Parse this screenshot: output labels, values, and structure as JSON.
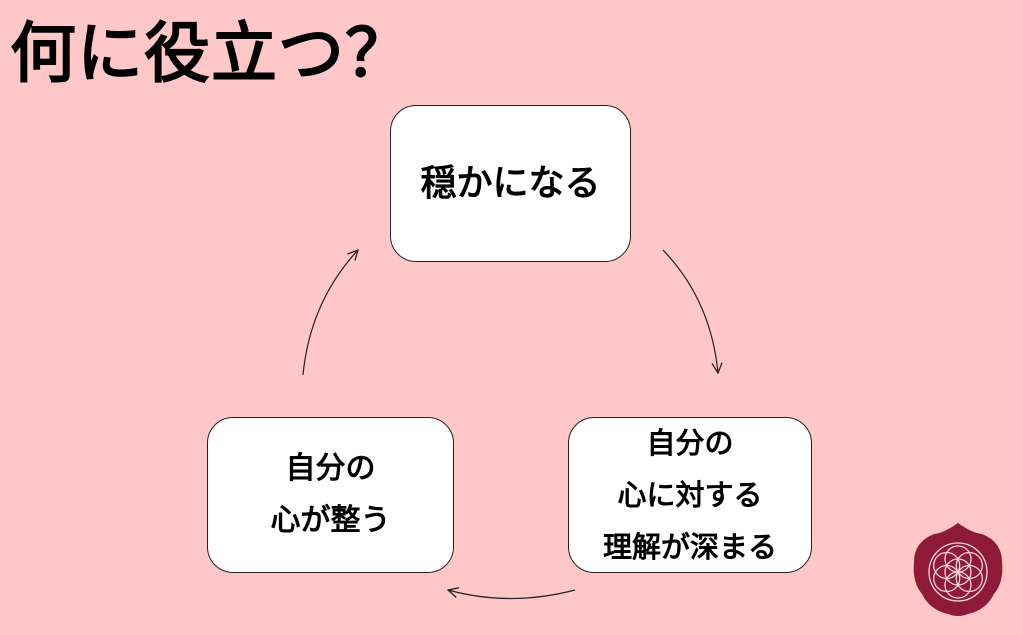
{
  "colors": {
    "background": "#ffc7c7",
    "node_fill": "#ffffff",
    "node_border": "#222222",
    "arrow": "#222222",
    "logo": "#8e1a38"
  },
  "title": "何に役立つ？",
  "cycle": {
    "nodes": [
      {
        "lines": [
          "穏かになる"
        ]
      },
      {
        "lines": [
          "自分の",
          "心に対する",
          "理解が深まる"
        ]
      },
      {
        "lines": [
          "自分の",
          "心が整う"
        ]
      }
    ],
    "edges": [
      {
        "from": 0,
        "to": 1
      },
      {
        "from": 1,
        "to": 2
      },
      {
        "from": 2,
        "to": 0
      }
    ]
  },
  "logo_icon": "flower-of-life-icon"
}
